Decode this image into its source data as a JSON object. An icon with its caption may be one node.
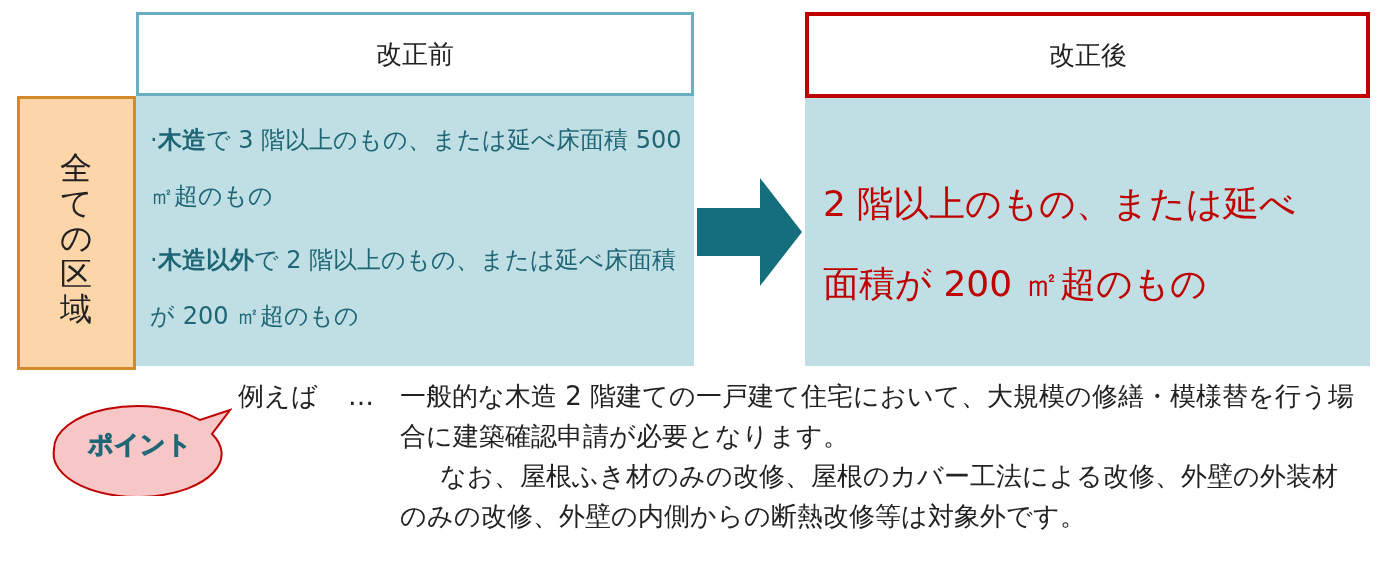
{
  "diagram": {
    "nodes": [
      {
        "text": [
          "改正前"
        ]
      },
      {
        "text": [
          "改正後"
        ]
      },
      {
        "text": [
          "全ての区域"
        ]
      },
      {
        "text": [
          "·**木造**で 3 階以上のもの、または延べ床面積 500 ㎡超のもの",
          "·**木造以外**で 2 階以上のもの、または延べ床面積が 200 ㎡超のもの"
        ]
      },
      {
        "text": [
          "2 階以上のもの、または延べ面積が 200 ㎡超のもの"
        ]
      },
      {
        "text": [
          "ポイント"
        ]
      }
    ],
    "edges": [
      {
        "from": 3,
        "to": 4,
        "arrow": "to",
        "style": "thick"
      }
    ],
    "labels": [
      "例えば",
      "…",
      "一般的な木造 2 階建ての一戸建て住宅において、大規模の修繕・模様替を行う場合に建築確認申請が必要となります。",
      "なお、屋根ふき材のみの改修、屋根のカバー工法による改修、外壁の外装材のみの改修、外壁の内側からの断熱改修等は対象外です。"
    ]
  }
}
